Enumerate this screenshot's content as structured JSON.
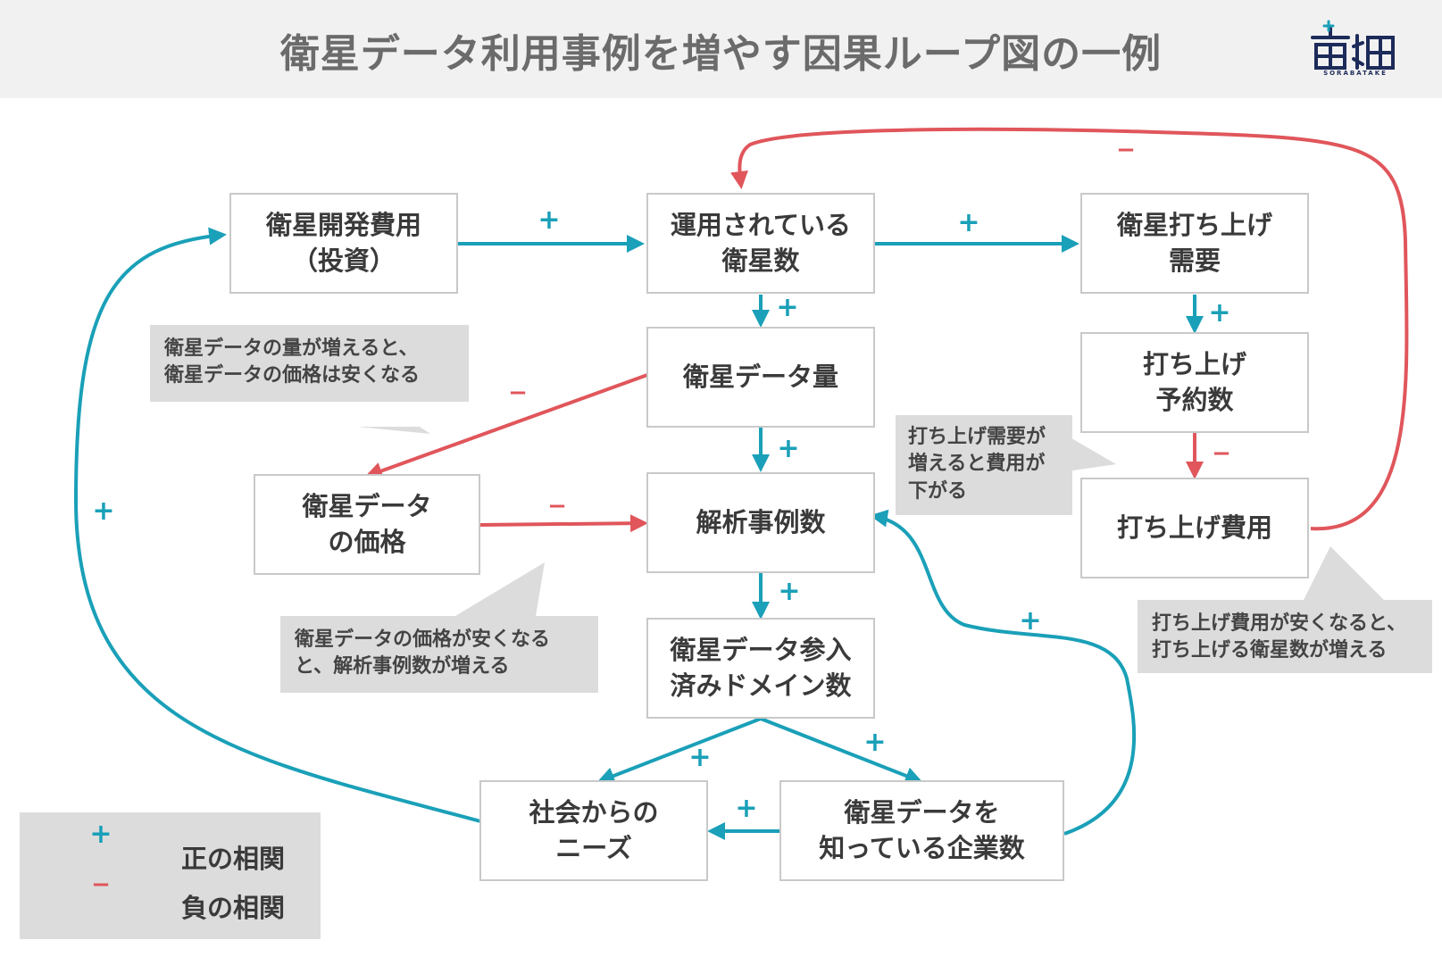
{
  "title": "衛星データ利用事例を増やす因果ループ図の一例",
  "logo": {
    "text": "SORABATAKE"
  },
  "nodes": {
    "dev_cost": "衛星開発費用\n（投資）",
    "operating_sats": "運用されている\n衛星数",
    "launch_demand": "衛星打ち上げ\n需要",
    "data_volume": "衛星データ量",
    "launch_bookings": "打ち上げ\n予約数",
    "data_price": "衛星データ\nの価格",
    "analysis_cases": "解析事例数",
    "launch_cost": "打ち上げ費用",
    "domains": "衛星データ参入\n済みドメイン数",
    "social_needs": "社会からの\nニーズ",
    "companies": "衛星データを\n知っている企業数"
  },
  "notes": {
    "volume_price": "衛星データの量が増えると、\n衛星データの価格は安くなる",
    "demand_cost": "打ち上げ需要が\n増えると費用が\n下がる",
    "price_cases": "衛星データの価格が安くなる\nと、解析事例数が増える",
    "cost_sats": "打ち上げ費用が安くなると、\n打ち上げる衛星数が増える"
  },
  "signs": {
    "positive": "+",
    "negative": "−"
  },
  "legend": {
    "positive_label": "正の相関",
    "negative_label": "負の相関"
  },
  "colors": {
    "positive": "#1aa0b8",
    "negative": "#e0565b",
    "node_border": "#c9c9c9",
    "note_bg": "#dcdcdc"
  }
}
